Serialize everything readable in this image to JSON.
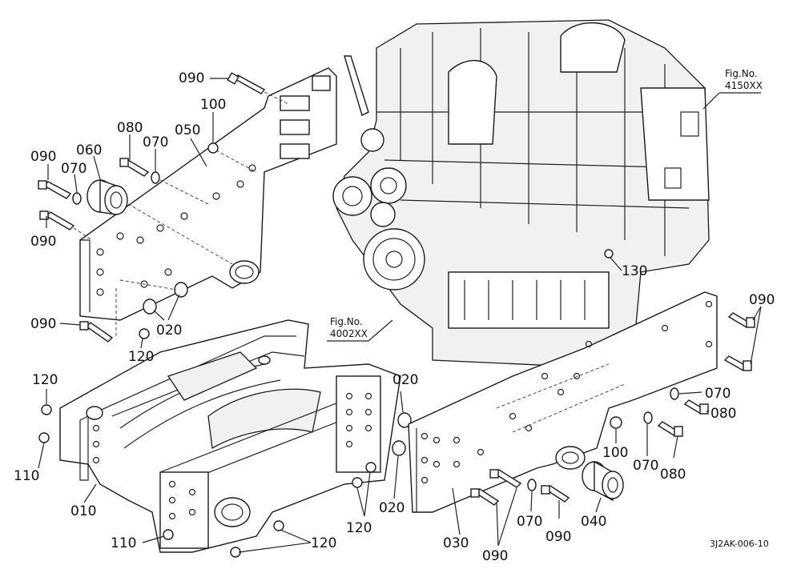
{
  "diagram": {
    "labels": {
      "l090_top": "090",
      "l100_top": "100",
      "l050": "050",
      "l080_left": "080",
      "l070_left": "070",
      "l090_left_a": "090",
      "l060": "060",
      "l070_left_b": "070",
      "l090_left_b": "090",
      "l090_left_c": "090",
      "l020_left": "020",
      "l120_left_a": "120",
      "l120_left_b": "120",
      "l110_left_a": "110",
      "l010": "010",
      "l110_left_b": "110",
      "l120_bottom": "120",
      "l120_mid": "120",
      "l020_mid_a": "020",
      "l020_mid_b": "020",
      "l130": "130",
      "l030": "030",
      "l090_bottom_a": "090",
      "l070_bottom": "070",
      "l090_bottom_b": "090",
      "l040": "040",
      "l100_right": "100",
      "l070_right_a": "070",
      "l080_right_a": "080",
      "l070_right_b": "070",
      "l080_right_b": "080",
      "l090_right": "090"
    },
    "fig_ref_top_line1": "Fig.No.",
    "fig_ref_top_line2": "4150XX",
    "fig_ref_mid_line1": "Fig.No.",
    "fig_ref_mid_line2": "4002XX",
    "drawing_code": "3J2AK-006-10"
  }
}
